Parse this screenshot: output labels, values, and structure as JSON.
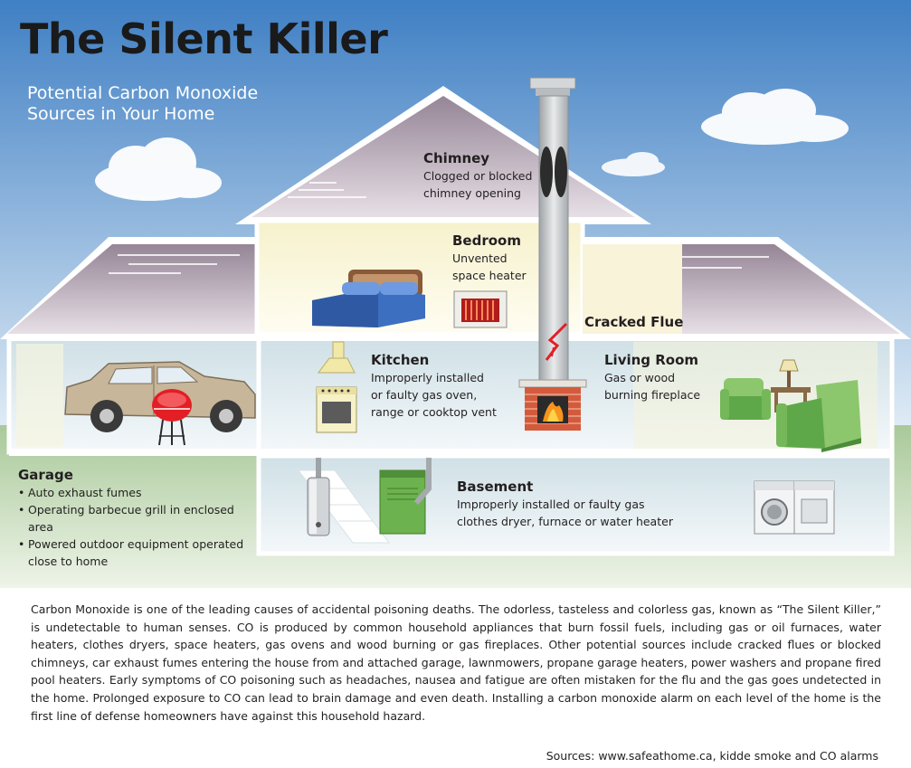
{
  "title": "The Silent Killer",
  "subtitle_lines": [
    "Potential Carbon Monoxide",
    "Sources in Your Home"
  ],
  "labels": {
    "chimney": {
      "heading": "Chimney",
      "lines": [
        "Clogged or blocked",
        "chimney opening"
      ]
    },
    "bedroom": {
      "heading": "Bedroom",
      "lines": [
        "Unvented",
        "space heater"
      ]
    },
    "cracked_flue": {
      "heading": "Cracked Flue"
    },
    "kitchen": {
      "heading": "Kitchen",
      "lines": [
        "Improperly installed",
        "or faulty gas oven,",
        "range or cooktop vent"
      ]
    },
    "living_room": {
      "heading": "Living Room",
      "lines": [
        "Gas or wood",
        "burning fireplace"
      ]
    },
    "basement": {
      "heading": "Basement",
      "lines": [
        "Improperly installed or faulty gas",
        "clothes dryer, furnace or water heater"
      ]
    },
    "garage": {
      "heading": "Garage",
      "items": [
        "Auto exhaust fumes",
        "Operating barbecue grill in enclosed area",
        "Powered outdoor equipment operated",
        "close to home"
      ]
    }
  },
  "body_text": "Carbon Monoxide is one of the leading causes of accidental poisoning deaths. The odorless, tasteless and colorless gas, known as “The Silent Killer,” is undetectable to human senses. CO is produced by common household appliances that burn fossil fuels, including gas or oil furnaces, water heaters, clothes dryers, space heaters, gas ovens and wood burning or gas fireplaces. Other potential sources include cracked flues or blocked chimneys, car exhaust fumes entering the house from and attached garage, lawnmowers, propane garage heaters, power washers and propane fired pool heaters. Early symptoms of CO poisoning such as headaches, nausea and fatigue are often mistaken for the flu and the gas goes undetected in the home. Prolonged exposure to CO can lead to brain damage and even death. Installing a carbon monoxide alarm on each level of the home is the first line of defense homeowners have against this household hazard.",
  "sources": "Sources: www.safeathome.ca, kidde smoke and CO alarms",
  "colors": {
    "sky_top": "#3f7fc4",
    "sky_bottom": "#e9f2f8",
    "grass": "#c5dbb3",
    "roof": "#b9aab6",
    "roof_dark": "#857382",
    "wall_cream": "#fbf5d6",
    "wall_outline": "#ffffff",
    "floor_blue": "#dde8ef",
    "flue_crack": "#e21f26",
    "brick": "#d45a3c",
    "appliance_green": "#6cb24f",
    "bed_blue": "#3d6fc0",
    "grill_red": "#e31e24",
    "car_beige": "#c8b69a"
  },
  "icons": [
    "house-icon",
    "chimney-icon",
    "bed-icon",
    "space-heater-icon",
    "range-hood-icon",
    "gas-stove-icon",
    "fireplace-icon",
    "lamp-icon",
    "armchair-icon",
    "sofa-icon",
    "car-icon",
    "bbq-grill-icon",
    "water-heater-icon",
    "furnace-icon",
    "washer-icon",
    "dryer-icon",
    "cloud-icon"
  ]
}
